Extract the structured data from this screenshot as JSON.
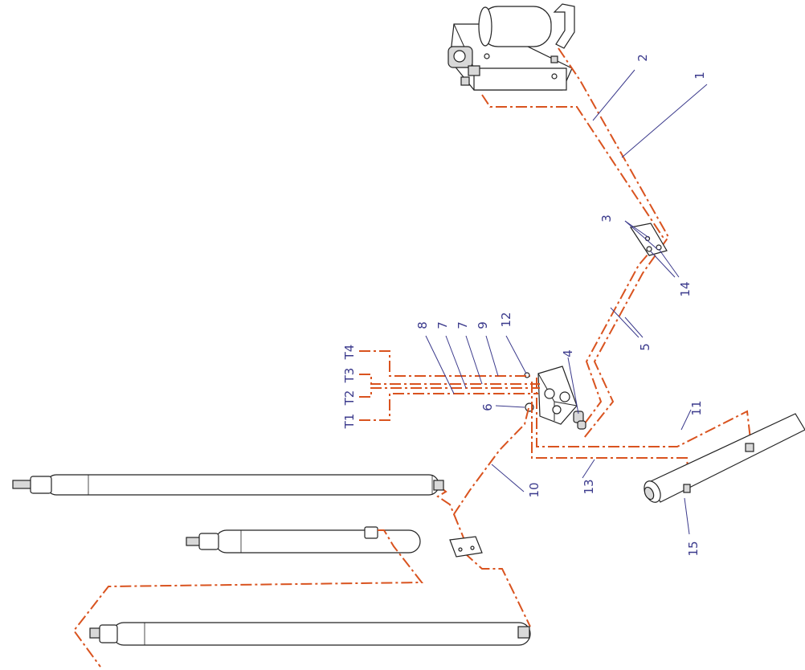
{
  "callouts": [
    {
      "id": "c1",
      "text": "1"
    },
    {
      "id": "c2",
      "text": "2"
    },
    {
      "id": "c3",
      "text": "3"
    },
    {
      "id": "c14",
      "text": "14"
    },
    {
      "id": "c5",
      "text": "5"
    },
    {
      "id": "c4",
      "text": "4"
    },
    {
      "id": "c12",
      "text": "12"
    },
    {
      "id": "c9",
      "text": "9"
    },
    {
      "id": "c7a",
      "text": "7"
    },
    {
      "id": "c7b",
      "text": "7"
    },
    {
      "id": "c8",
      "text": "8"
    },
    {
      "id": "c6",
      "text": "6"
    },
    {
      "id": "c10",
      "text": "10"
    },
    {
      "id": "c11",
      "text": "11"
    },
    {
      "id": "c13",
      "text": "13"
    },
    {
      "id": "c15",
      "text": "15"
    }
  ],
  "ports": [
    {
      "id": "t1",
      "text": "T1"
    },
    {
      "id": "t2",
      "text": "T2"
    },
    {
      "id": "t3",
      "text": "T3"
    },
    {
      "id": "t4",
      "text": "T4"
    }
  ]
}
